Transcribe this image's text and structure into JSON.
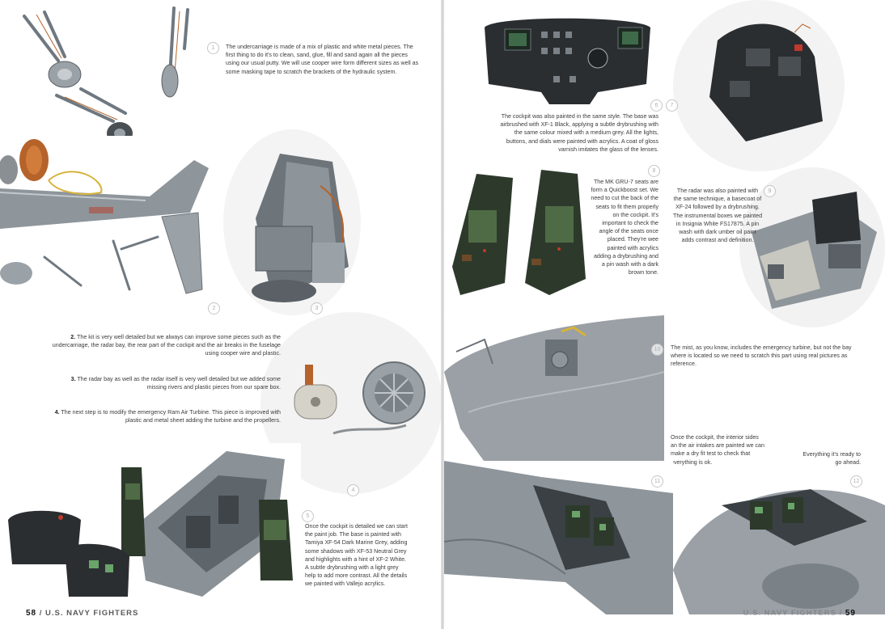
{
  "book": {
    "title": "U.S. NAVY FIGHTERS",
    "left_page_number": "58",
    "right_page_number": "59",
    "separator": "/"
  },
  "steps": {
    "s1": {
      "num": "1",
      "text": "The undercarriage is made of a mix of plastic and white metal pieces. The first thing to do it's to clean, sand, glue, fill and sand again all the pieces using our usual putty. We will use cooper wire form different sizes as well as some masking tape to scratch the brackets of the hydraulic system."
    },
    "s2": {
      "num": "2",
      "bold": "2.",
      "text": "The kit is very well detailed but we always can improve some pieces such as the undercarriage, the radar bay, the rear part of the cockpit and the air breaks in the fuselage using cooper wire and plastic."
    },
    "s3": {
      "num": "3",
      "bold": "3.",
      "text": "The radar bay as well as the radar itself is very well detailed but we added some missing rivers and plastic pieces from our spare box."
    },
    "s4": {
      "num": "4",
      "bold": "4.",
      "text": "The next step is to modify the emergency Ram Air Turbine. This piece is improved with plastic and metal sheet adding the turbine and the propellers."
    },
    "s5": {
      "num": "5",
      "text": "Once the cockpit is detailed we can start the paint job. The base is painted with Tamiya XF-54 Dark Marine Grey, adding some shadows with XF-53 Neutral Grey and highlights with a hint of XF-2 White. A subtle drybrushing with a light grey help to add more contrast. All the details we painted with Vallejo acrylics."
    },
    "s6": {
      "num": "6",
      "text": "The cockpit was also painted in the same style. The base was airbrushed with XF-1 Black, applying a subtle drybrushing with the same colour mixed with a medium grey. All the lights, buttons, and dials were painted with acrylics. A coat of gloss varnish imitates the glass of the lenses."
    },
    "s7": {
      "num": "7"
    },
    "s8": {
      "num": "8",
      "text": "The MK GRU-7 seats are form a Quickboost set. We need to cut the back of the seats to fit them properly on the cockpit. It's important to check the angle of the seats once placed. They're wee painted with acrylics adding a drybrushing and a pin wash with a dark brown tone."
    },
    "s9": {
      "num": "9",
      "text": "The radar was also painted with the same technique, a basecoat of XF-24 followed by a drybrushing. The instrumental boxes we painted in Insignia White FS17875. A pin wash with dark umber oil paint adds contrast and definition."
    },
    "s10": {
      "num": "10",
      "text": "The mist, as you know, includes the emergency turbine, but not the bay where is located so we need to scratch this part using real pictures as reference."
    },
    "s11": {
      "num": "11",
      "text": "Once the cockpit, the interior sides an the air intakes are painted we can make a dry fit test to check that everything is ok."
    },
    "s12": {
      "num": "12",
      "text": "Everything it's ready to go ahead."
    }
  },
  "colors": {
    "plastic_grey": "#8f969c",
    "light_grey": "#b7bcc0",
    "panel_black": "#2b2e31",
    "seat_green": "#3f5a38",
    "copper": "#b5632a"
  }
}
